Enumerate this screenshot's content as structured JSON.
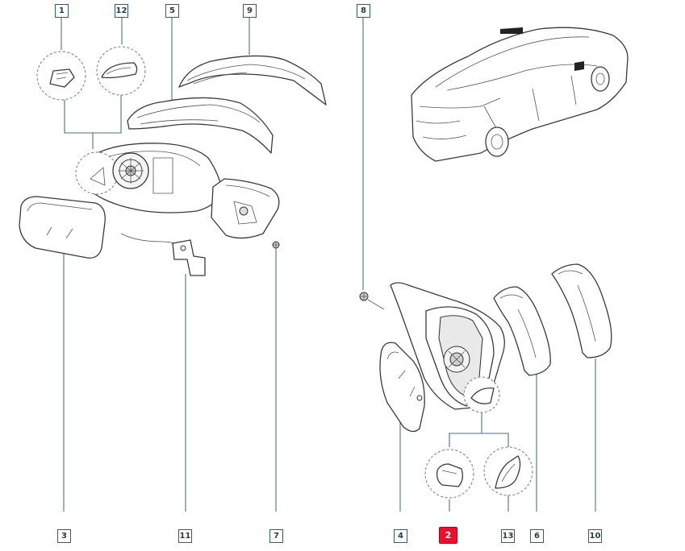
{
  "diagram": {
    "callouts": [
      {
        "id": "c1",
        "label": "1"
      },
      {
        "id": "c12",
        "label": "12"
      },
      {
        "id": "c5",
        "label": "5"
      },
      {
        "id": "c9",
        "label": "9"
      },
      {
        "id": "c8",
        "label": "8"
      },
      {
        "id": "c3",
        "label": "3"
      },
      {
        "id": "c11",
        "label": "11"
      },
      {
        "id": "c7",
        "label": "7"
      },
      {
        "id": "c4",
        "label": "4"
      },
      {
        "id": "c2",
        "label": "2",
        "selected": true
      },
      {
        "id": "c13",
        "label": "13"
      },
      {
        "id": "c6",
        "label": "6"
      },
      {
        "id": "c10",
        "label": "10"
      }
    ],
    "colors": {
      "callout_border": "#2d5d7a",
      "selected_fill": "#e8112d",
      "line": "#3a3a3a"
    }
  }
}
